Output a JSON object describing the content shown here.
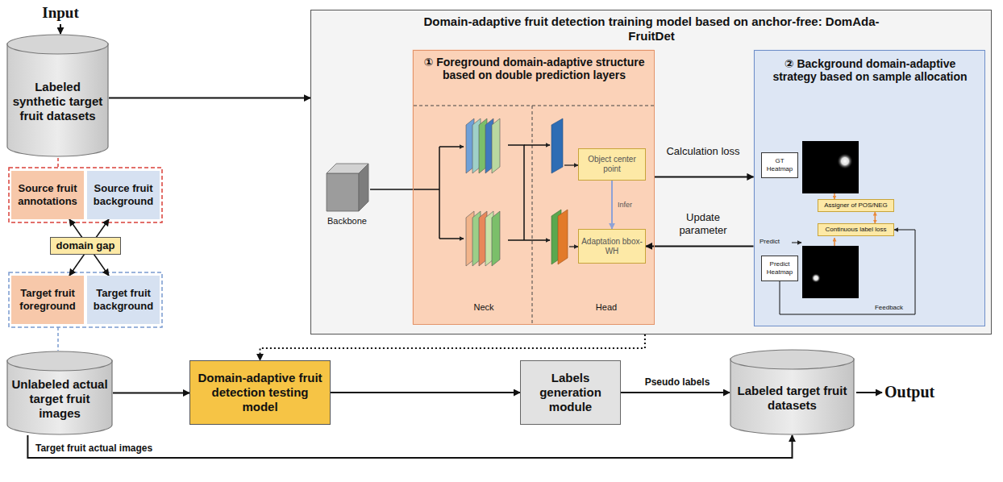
{
  "diagram": {
    "nodes": [
      {
        "text": [
          "Labeled synthetic target fruit datasets"
        ]
      },
      {
        "text": [
          "Domain-adaptive fruit detection training model based on anchor-free: DomAda-FruitDet"
        ]
      },
      {
        "text": [
          "① Foreground domain-adaptive structure based on double prediction layers"
        ],
        "in": 1
      },
      {
        "text": [
          "Object center point"
        ],
        "in": 2
      },
      {
        "text": [
          "Adaptation bbox-WH"
        ],
        "in": 2
      },
      {
        "text": [
          "② Background domain-adaptive strategy based on sample allocation"
        ],
        "in": 1
      },
      {
        "text": [
          "GT Heatmap"
        ],
        "in": 5
      },
      {
        "text": [
          "Assigner of POS/NEG"
        ],
        "in": 5
      },
      {
        "text": [
          "Continuous label loss"
        ],
        "in": 5
      },
      {
        "text": [
          "Predict Heatmap"
        ],
        "in": 5
      },
      {
        "text": [
          "Source fruit annotations"
        ]
      },
      {
        "text": [
          "Source fruit background"
        ]
      },
      {
        "text": [
          "domain gap"
        ]
      },
      {
        "text": [
          "Target fruit foreground"
        ]
      },
      {
        "text": [
          "Target fruit background"
        ]
      },
      {
        "text": [
          "Unlabeled actual target fruit images"
        ]
      },
      {
        "text": [
          "Domain-adaptive fruit detection testing model"
        ]
      },
      {
        "text": [
          "Labels generation module"
        ]
      },
      {
        "text": [
          "Labeled target fruit datasets"
        ]
      }
    ],
    "edges": [
      {
        "from": 0,
        "to": 1,
        "arrow": "to"
      },
      {
        "from": 2,
        "to": 5,
        "label": "Calculation loss",
        "arrow": "to"
      },
      {
        "from": 5,
        "to": 4,
        "label": "Update parameter",
        "arrow": "to"
      },
      {
        "from": 3,
        "to": 4,
        "label": "Infer",
        "arrow": "to"
      },
      {
        "from": 7,
        "to": 8,
        "arrow": "both"
      },
      {
        "from": 9,
        "to": 8,
        "label": "Feedback",
        "arrow": "to"
      },
      {
        "from": 10,
        "to": 14,
        "arrow": "both"
      },
      {
        "from": 11,
        "to": 13,
        "arrow": "both"
      },
      {
        "from": 15,
        "to": 16,
        "arrow": "to"
      },
      {
        "from": 1,
        "to": 16,
        "arrow": "to"
      },
      {
        "from": 16,
        "to": 17,
        "arrow": "to"
      },
      {
        "from": 17,
        "to": 18,
        "label": "Pseudo labels",
        "arrow": "to"
      },
      {
        "from": 15,
        "to": 18,
        "label": "Target fruit actual images",
        "arrow": "to"
      }
    ],
    "labels": [
      "Input",
      "Backbone",
      "Neck",
      "Head",
      "Predict",
      "Output"
    ]
  }
}
